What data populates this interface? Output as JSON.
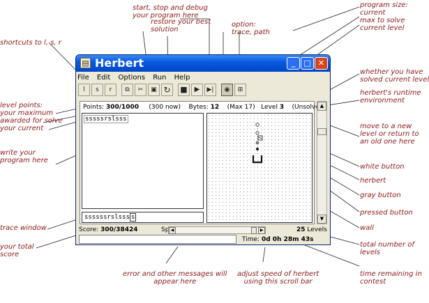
{
  "window": {
    "title": "Herbert",
    "menu": [
      "File",
      "Edit",
      "Options",
      "Run",
      "Help"
    ],
    "controls": {
      "minimize": "_",
      "maximize": "□",
      "close": "✕"
    }
  },
  "status": {
    "points_label": "Points:",
    "points_value": "300/1000",
    "now": "(300 now)",
    "bytes_label": "Bytes:",
    "bytes_value": "12",
    "max": "(Max 17)",
    "level_label": "Level",
    "level_value": "3",
    "solved": "(Unsolved)"
  },
  "program": {
    "code": "sssssrslsss",
    "trace_done": "ssssssrslsss",
    "trace_current": "s"
  },
  "bottom": {
    "score_label": "Score:",
    "score_value": "300/38424",
    "speed_label": "Speed:",
    "levels_count": "25",
    "levels_label": "Levels",
    "time_label": "Time:",
    "time_value": "0d 0h 28m 43s",
    "message": ""
  },
  "annotations": {
    "start_stop": "start, stop and debug\nyour program here",
    "restore": "restore your best\nsolution",
    "option": "option:\ntrace, path",
    "program_size": "program size:\ncurrent\nmax to solve\ncurrent level",
    "shortcuts": "shortcuts to l, s, r",
    "solved": "whether you have\nsolved current level",
    "runtime": "herbert's runtime\nenvironment",
    "level_points": "level points:\nyour maximum\nawarded for solve\nyour current",
    "move_level": "move to a new\nlevel or return to\nan old one here",
    "write_program": "write your\nprogram here",
    "white_button": "white button",
    "herbert": "herbert",
    "gray_button": "gray button",
    "pressed_button": "pressed button",
    "trace_window": "trace window",
    "wall": "wall",
    "total_score": "your total\nscore",
    "total_levels": "total number of\nlevels",
    "errors": "error and other messages will\nappear here",
    "adjust_speed": "adjust speed of herbert\nusing this scroll bar",
    "time_remaining": "time remaining in\ncontest"
  },
  "colors": {
    "annotation": "#8b1a1a",
    "titlebar": "#0a5ae0",
    "close": "#d9461e"
  }
}
